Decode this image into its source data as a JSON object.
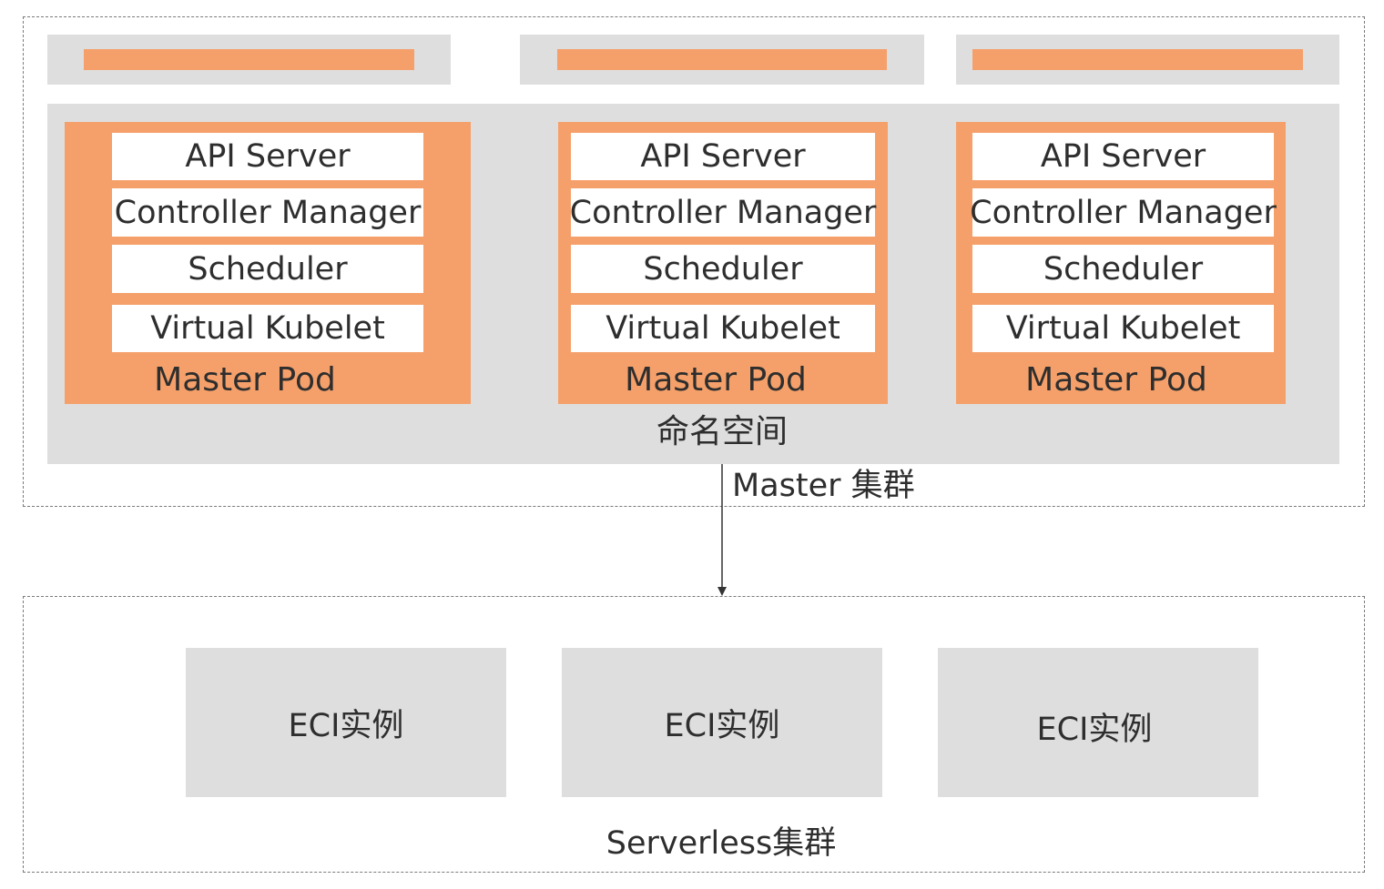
{
  "master_cluster": {
    "label": "Master 集群",
    "namespace_label": "命名空间",
    "pods": [
      {
        "components": [
          "API Server",
          "Controller Manager",
          "Scheduler",
          "Virtual Kubelet"
        ],
        "label": "Master Pod"
      },
      {
        "components": [
          "API Server",
          "Controller Manager",
          "Scheduler",
          "Virtual Kubelet"
        ],
        "label": "Master Pod"
      },
      {
        "components": [
          "API Server",
          "Controller Manager",
          "Scheduler",
          "Virtual Kubelet"
        ],
        "label": "Master Pod"
      }
    ]
  },
  "serverless_cluster": {
    "label": "Serverless集群",
    "instances": [
      "ECI实例",
      "ECI实例",
      "ECI实例"
    ]
  },
  "colors": {
    "pod_orange": "#f5a06a",
    "block_grey": "#dedede"
  }
}
